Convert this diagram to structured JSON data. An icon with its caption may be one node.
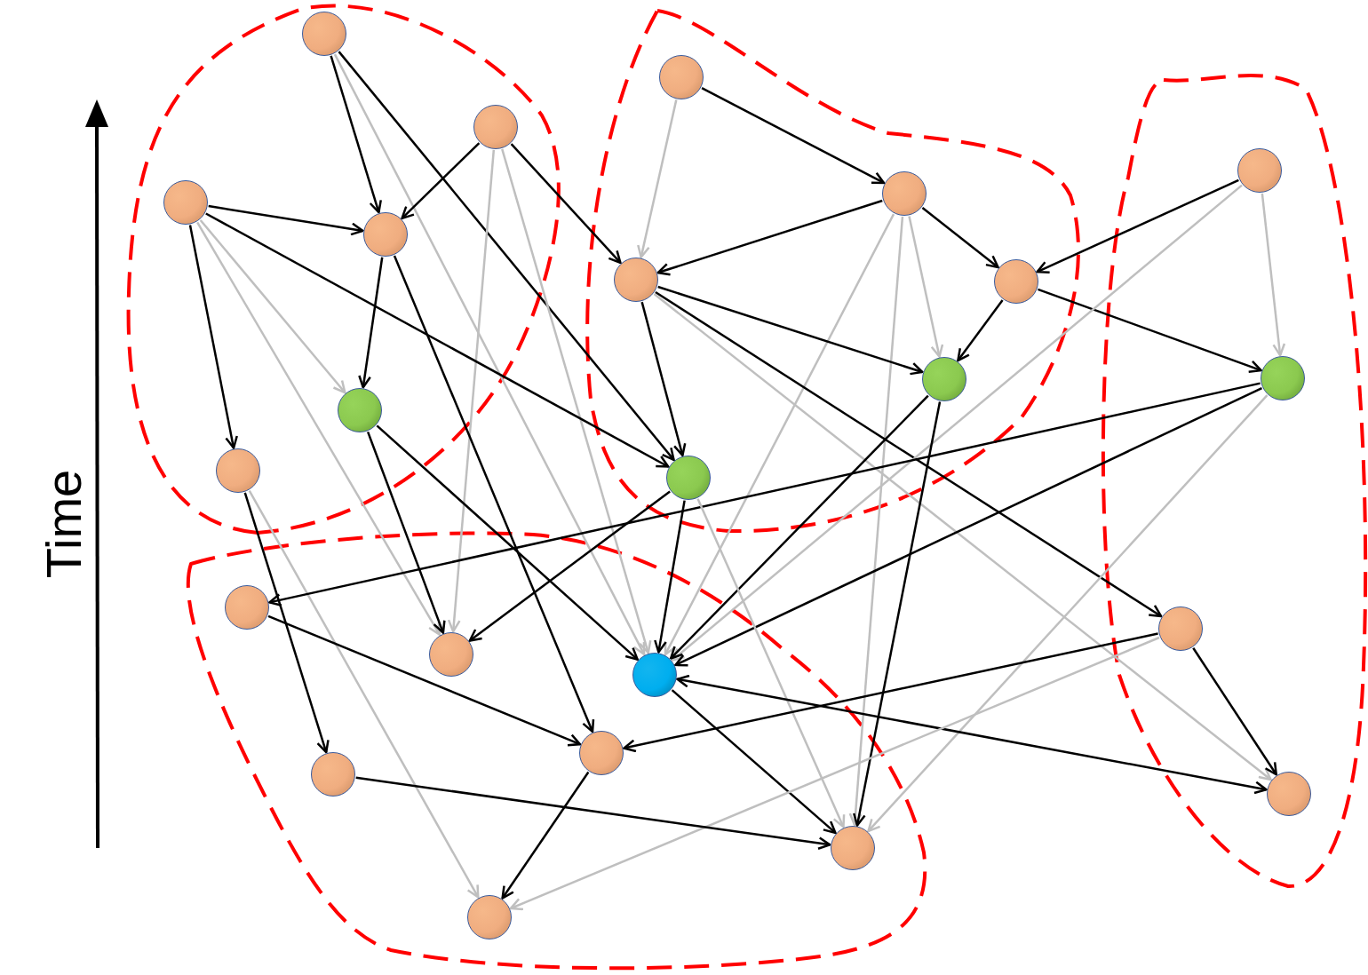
{
  "diagram": {
    "nodes": [
      {
        "text": [],
        "shape": "circle"
      },
      {
        "text": [],
        "shape": "circle"
      },
      {
        "text": [],
        "shape": "circle"
      },
      {
        "text": [],
        "shape": "circle"
      },
      {
        "text": [],
        "shape": "circle"
      },
      {
        "text": [],
        "shape": "circle"
      },
      {
        "text": [],
        "shape": "circle"
      },
      {
        "text": [],
        "shape": "circle"
      },
      {
        "text": [],
        "shape": "circle"
      },
      {
        "text": [],
        "shape": "circle"
      },
      {
        "text": [],
        "shape": "circle"
      },
      {
        "text": [],
        "shape": "circle"
      },
      {
        "text": [],
        "shape": "circle"
      },
      {
        "text": [],
        "shape": "circle"
      },
      {
        "text": [],
        "shape": "circle"
      },
      {
        "text": [],
        "shape": "circle"
      },
      {
        "text": [],
        "shape": "circle"
      },
      {
        "text": [],
        "shape": "circle"
      },
      {
        "text": [],
        "shape": "circle"
      },
      {
        "text": [],
        "shape": "circle"
      },
      {
        "text": [],
        "shape": "circle"
      },
      {
        "text": [],
        "shape": "circle"
      },
      {
        "text": [],
        "shape": "circle"
      }
    ],
    "edges": [
      {
        "from": 0,
        "to": 6,
        "arrow": "to"
      },
      {
        "from": 0,
        "to": 13,
        "arrow": "to"
      },
      {
        "from": 0,
        "to": 17,
        "arrow": "to",
        "color": "#bfbfbf"
      },
      {
        "from": 2,
        "to": 6,
        "arrow": "to"
      },
      {
        "from": 2,
        "to": 7,
        "arrow": "to"
      },
      {
        "from": 2,
        "to": 16,
        "arrow": "to",
        "color": "#bfbfbf"
      },
      {
        "from": 2,
        "to": 17,
        "arrow": "to",
        "color": "#bfbfbf"
      },
      {
        "from": 5,
        "to": 6,
        "arrow": "to"
      },
      {
        "from": 5,
        "to": 12,
        "arrow": "to"
      },
      {
        "from": 5,
        "to": 13,
        "arrow": "to"
      },
      {
        "from": 5,
        "to": 11,
        "arrow": "to",
        "color": "#bfbfbf"
      },
      {
        "from": 5,
        "to": 16,
        "arrow": "to",
        "color": "#bfbfbf"
      },
      {
        "from": 6,
        "to": 11,
        "arrow": "to"
      },
      {
        "from": 6,
        "to": 18,
        "arrow": "to"
      },
      {
        "from": 11,
        "to": 17,
        "arrow": "to"
      },
      {
        "from": 11,
        "to": 16,
        "arrow": "to"
      },
      {
        "from": 12,
        "to": 19,
        "arrow": "to"
      },
      {
        "from": 12,
        "to": 22,
        "arrow": "to",
        "color": "#bfbfbf"
      },
      {
        "from": 1,
        "to": 7,
        "arrow": "to",
        "color": "#bfbfbf"
      },
      {
        "from": 1,
        "to": 4,
        "arrow": "to"
      },
      {
        "from": 4,
        "to": 7,
        "arrow": "to"
      },
      {
        "from": 4,
        "to": 8,
        "arrow": "to"
      },
      {
        "from": 4,
        "to": 10,
        "arrow": "to",
        "color": "#bfbfbf"
      },
      {
        "from": 4,
        "to": 21,
        "arrow": "to",
        "color": "#bfbfbf"
      },
      {
        "from": 4,
        "to": 17,
        "arrow": "to",
        "color": "#bfbfbf"
      },
      {
        "from": 7,
        "to": 13,
        "arrow": "to"
      },
      {
        "from": 7,
        "to": 10,
        "arrow": "to"
      },
      {
        "from": 7,
        "to": 15,
        "arrow": "to"
      },
      {
        "from": 7,
        "to": 20,
        "arrow": "to",
        "color": "#bfbfbf"
      },
      {
        "from": 8,
        "to": 10,
        "arrow": "to"
      },
      {
        "from": 8,
        "to": 9,
        "arrow": "to"
      },
      {
        "from": 3,
        "to": 8,
        "arrow": "to"
      },
      {
        "from": 3,
        "to": 17,
        "arrow": "to",
        "color": "#bfbfbf"
      },
      {
        "from": 3,
        "to": 9,
        "arrow": "to",
        "color": "#bfbfbf"
      },
      {
        "from": 10,
        "to": 17,
        "arrow": "to"
      },
      {
        "from": 10,
        "to": 21,
        "arrow": "to"
      },
      {
        "from": 9,
        "to": 14,
        "arrow": "to"
      },
      {
        "from": 9,
        "to": 17,
        "arrow": "to"
      },
      {
        "from": 9,
        "to": 21,
        "arrow": "to",
        "color": "#bfbfbf"
      },
      {
        "from": 13,
        "to": 16,
        "arrow": "to"
      },
      {
        "from": 13,
        "to": 17,
        "arrow": "to"
      },
      {
        "from": 13,
        "to": 21,
        "arrow": "to",
        "color": "#bfbfbf"
      },
      {
        "from": 14,
        "to": 18,
        "arrow": "to"
      },
      {
        "from": 17,
        "to": 21,
        "arrow": "to"
      },
      {
        "from": 17,
        "to": 20,
        "arrow": "both"
      },
      {
        "from": 15,
        "to": 18,
        "arrow": "to"
      },
      {
        "from": 15,
        "to": 20,
        "arrow": "to"
      },
      {
        "from": 15,
        "to": 22,
        "arrow": "to",
        "color": "#bfbfbf"
      },
      {
        "from": 18,
        "to": 22,
        "arrow": "to"
      },
      {
        "from": 19,
        "to": 21,
        "arrow": "to"
      }
    ],
    "labels": [
      "Time"
    ]
  }
}
